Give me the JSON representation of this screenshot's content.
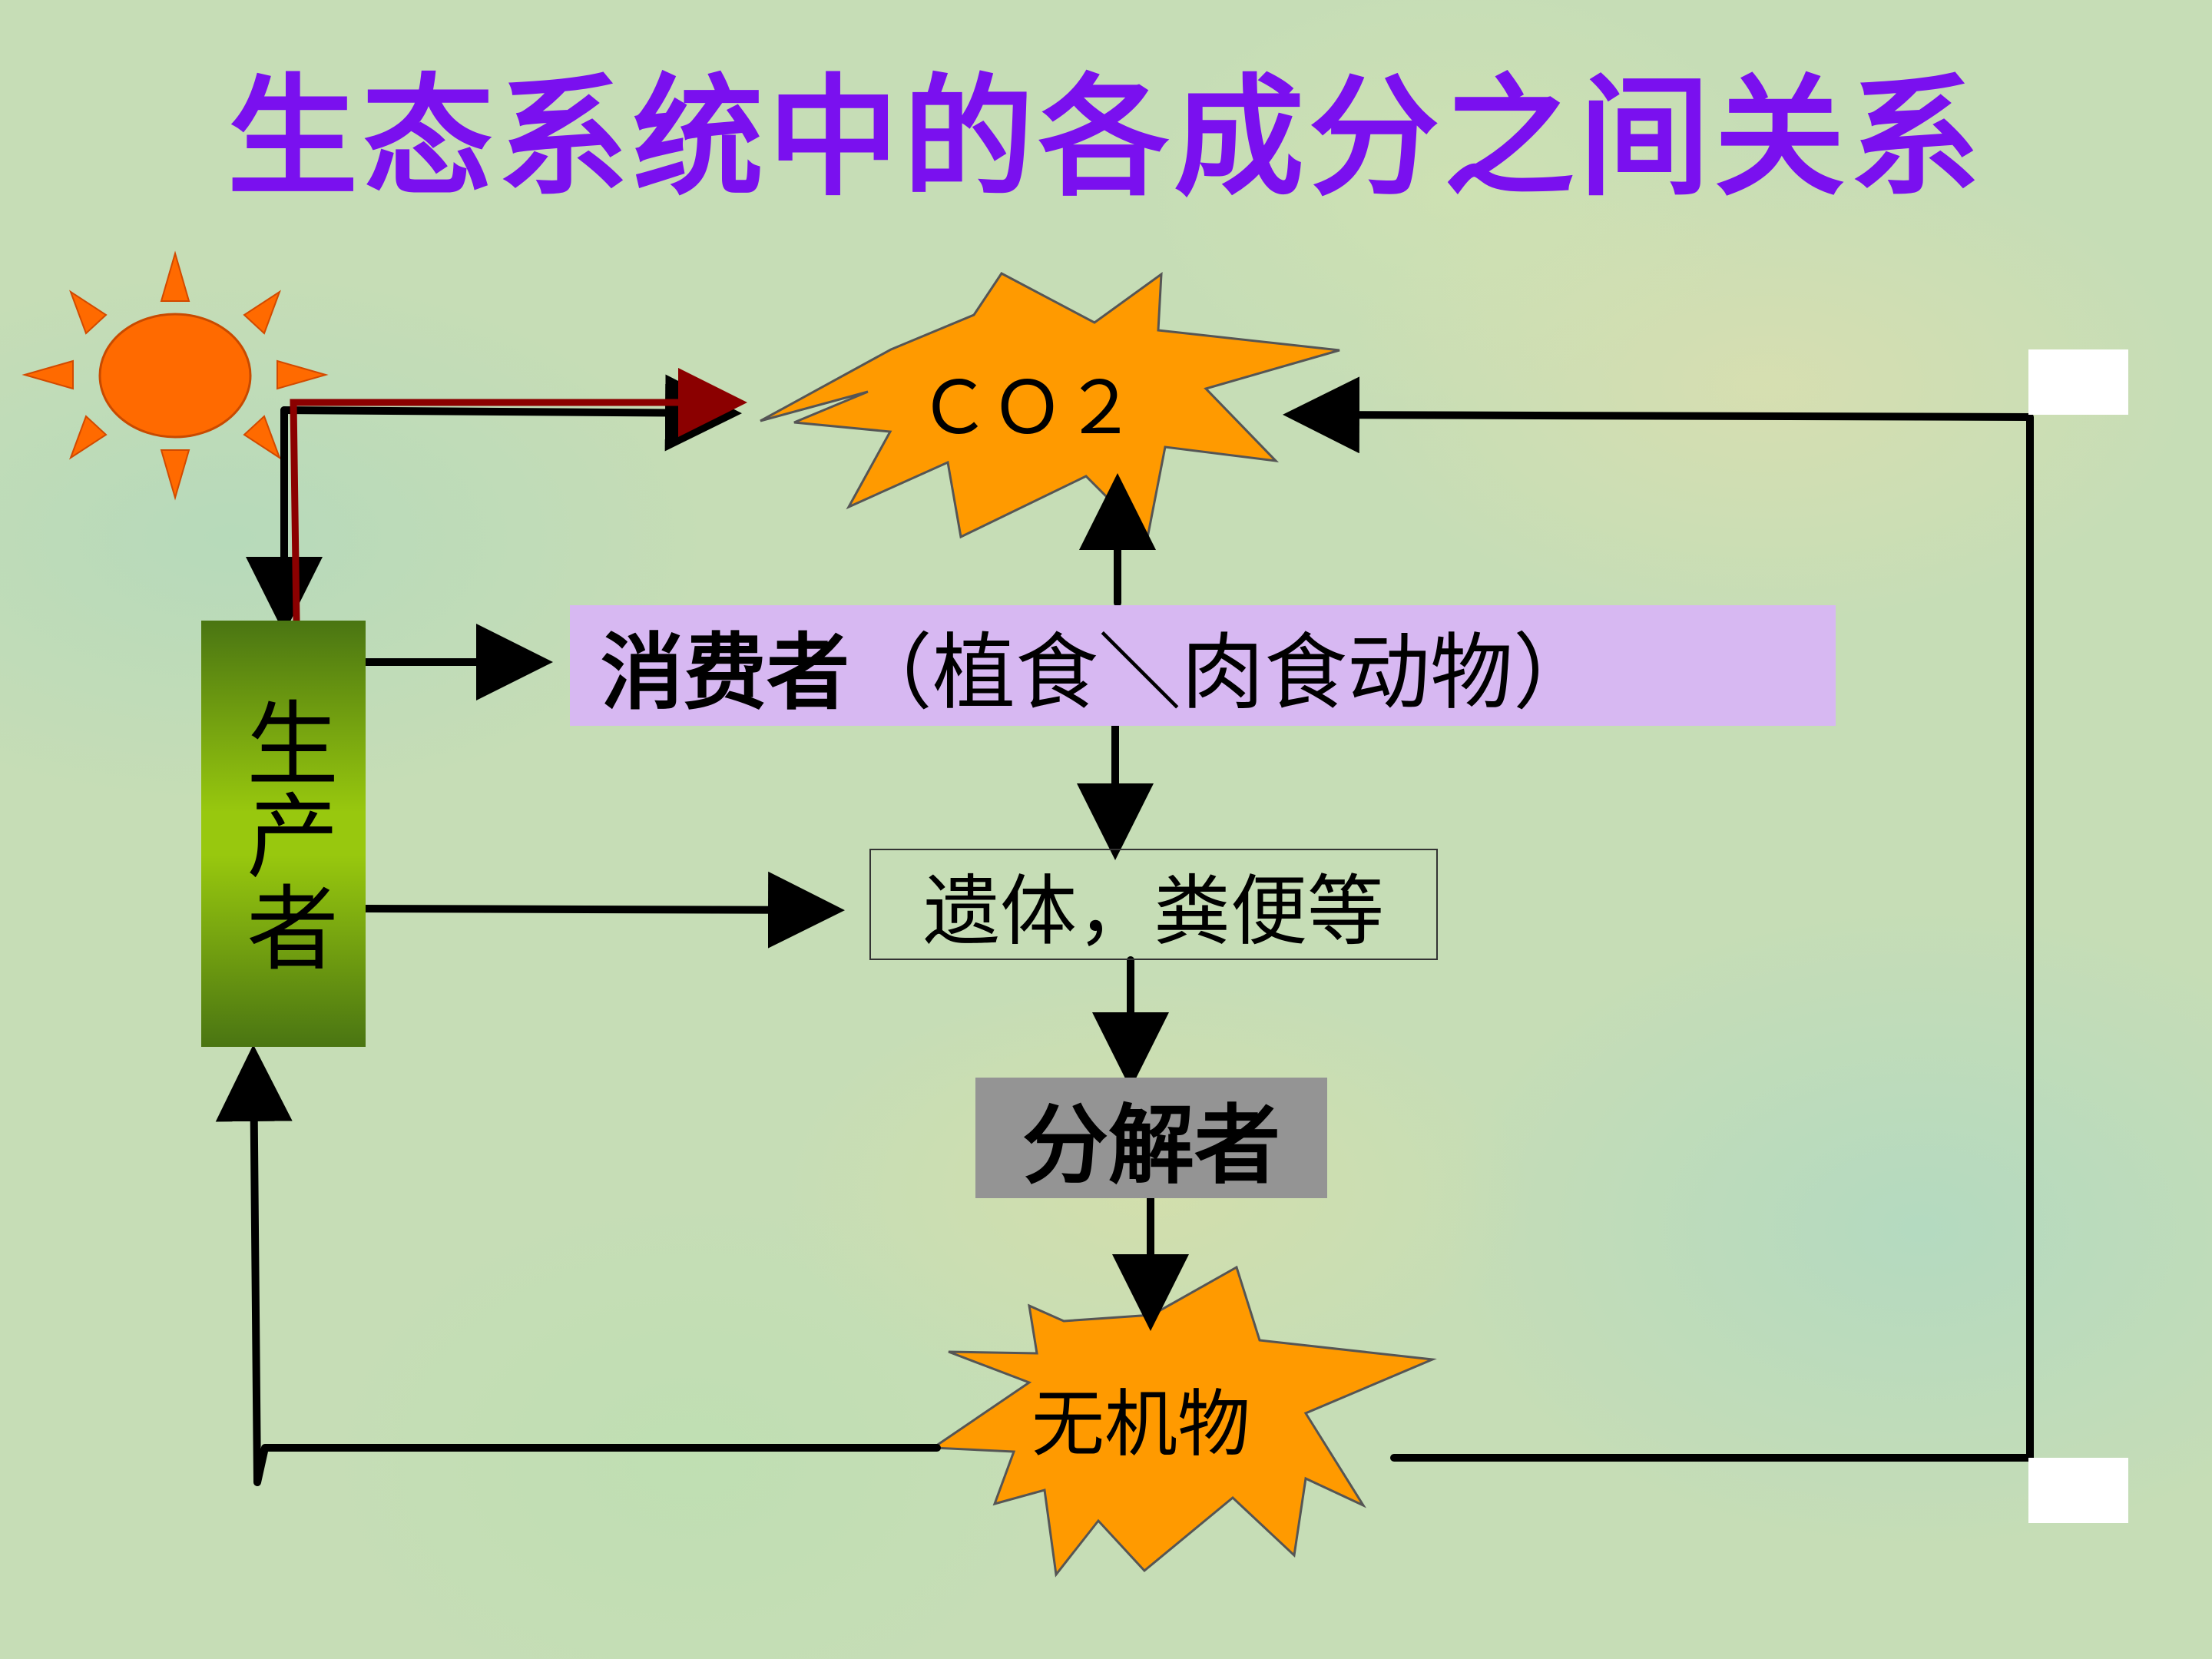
{
  "title": "生态系统中的各成分之间关系",
  "nodes": {
    "co2": "ＣＯ２",
    "producer": "生产者",
    "consumer_bold": "消费者",
    "consumer_rest": "（植食＼肉食动物）",
    "remains": "遗体，粪便等",
    "decomposer": "分解者",
    "inorganic": "无机物"
  },
  "colors": {
    "title": "#7a10ef",
    "sun": "#ff6a00",
    "burst": "#ff9900",
    "producer_light": "#98c80e",
    "producer_dark": "#4a7512",
    "consumer_bg": "#d7b8f2",
    "decomposer_bg": "#949494",
    "arrow": "#000000",
    "energy_arrow": "#8b0000"
  }
}
